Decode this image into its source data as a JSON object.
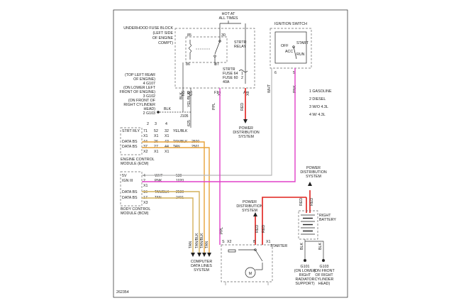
{
  "diagram": {
    "id": "262354",
    "fuse_block": {
      "title": "UNDERHOOD FUSE BLOCK",
      "location": [
        "(LEFT SIDE",
        "OF ENGINE",
        "COMPT)"
      ],
      "hot_label": [
        "HOT AT",
        "ALL TIMES"
      ],
      "relay_label": [
        "STRTR",
        "RELAY"
      ],
      "fuse_label": [
        "STRTR",
        "FUSE 64",
        "FUSE 60",
        "40A"
      ],
      "fuse_nums": [
        "1",
        "2"
      ],
      "pins": [
        "85",
        "86",
        "30",
        "87"
      ],
      "connectors": [
        "C5",
        "X2",
        "X8",
        "NS"
      ],
      "fuse_sub": "F1"
    },
    "ignition": {
      "title": "IGNITION SWITCH",
      "positions": [
        "OFF",
        "ACC",
        "START",
        "RUN"
      ],
      "pins": [
        "6",
        "5"
      ],
      "wire_colors": [
        "WHT",
        "PNK"
      ]
    },
    "legend": [
      "1  GASOLINE",
      "2  DIESEL",
      "3  W/O 4.3L",
      "4  W/ 4.3L"
    ],
    "grounds_left": [
      "(TOP LEFT REAR",
      "OF ENGINE)",
      "4  G107",
      "(ON LOWER LEFT",
      "FRONT OF ENGINE)",
      "3  G102",
      "(ON FRONT OF",
      "RIGHT CYLINDER",
      "HEAD)",
      "2  G103"
    ],
    "blk_label": "BLK",
    "j105": "J105",
    "yel_blk": "YEL/BLK",
    "circuit_625": "625",
    "col_heads": [
      "2",
      "3",
      "4"
    ],
    "ecm": {
      "title": [
        "ENGINE CONTROL",
        "MODULE (ECM)"
      ],
      "rows": [
        {
          "label": "STRT RLY",
          "c": "71",
          "p1": "52",
          "p2": "32",
          "wire": "YEL/BLK",
          "ckt": ""
        },
        {
          "label": "",
          "c": "X1",
          "p1": "X1",
          "p2": "X1",
          "wire": "",
          "ckt": ""
        },
        {
          "label": "DATA BS",
          "c": "44",
          "p1": "26",
          "p2": "43",
          "wire": "TAN/BLK",
          "ckt": "2500"
        },
        {
          "label": "DATA BS",
          "c": "37",
          "p1": "27",
          "p2": "44",
          "wire": "TAN",
          "ckt": "2501"
        },
        {
          "label": "",
          "c": "X2",
          "p1": "X1",
          "p2": "X1",
          "wire": "",
          "ckt": ""
        }
      ]
    },
    "bcm": {
      "title": [
        "BODY CONTROL",
        "MODULE (BCM)"
      ],
      "rows": [
        {
          "label": "5V",
          "c": "4",
          "wire": "WHT",
          "ckt": "530"
        },
        {
          "label": "IGN III",
          "c": "2",
          "wire": "PNK",
          "ckt": "1020"
        },
        {
          "label": "",
          "c": "X1",
          "wire": "",
          "ckt": ""
        },
        {
          "label": "DATA BS",
          "c": "16",
          "wire": "TAN/BLK",
          "ckt": "2500"
        },
        {
          "label": "DATA BS",
          "c": "17",
          "wire": "TAN",
          "ckt": "2401"
        },
        {
          "label": "",
          "c": "X3",
          "wire": "",
          "ckt": ""
        }
      ]
    },
    "data_lines": {
      "wires": [
        "TAN",
        "TAN/BLK",
        "TAN/BLK",
        "TAN"
      ],
      "label": [
        "COMPUTER",
        "DATA LINES",
        "SYSTEM"
      ]
    },
    "power_dist_top": [
      "POWER",
      "DISTRIBUTION",
      "SYSTEM"
    ],
    "power_dist_mid": [
      "POWER",
      "DISTRIBUTION",
      "SYSTEM"
    ],
    "power_dist_right": [
      "POWER",
      "DISTRIBUTION",
      "SYSTEM"
    ],
    "red": "RED",
    "ppl": "PPL",
    "wht": "WHT",
    "pnk": "PNK",
    "starter": {
      "label": "STARTER",
      "pins": [
        "S",
        "X2",
        "B",
        "X1"
      ],
      "motor": "M"
    },
    "battery": {
      "label": [
        "RIGHT",
        "BATTERY"
      ],
      "wire": "BLK"
    },
    "g101": [
      "G101",
      "(ON LOWER",
      "RIGHT",
      "RADIATOR",
      "SUPPORT)"
    ],
    "g103b": [
      "G103",
      "(ON FRONT",
      "OF RIGHT",
      "CYLINDER",
      "HEAD)"
    ]
  }
}
